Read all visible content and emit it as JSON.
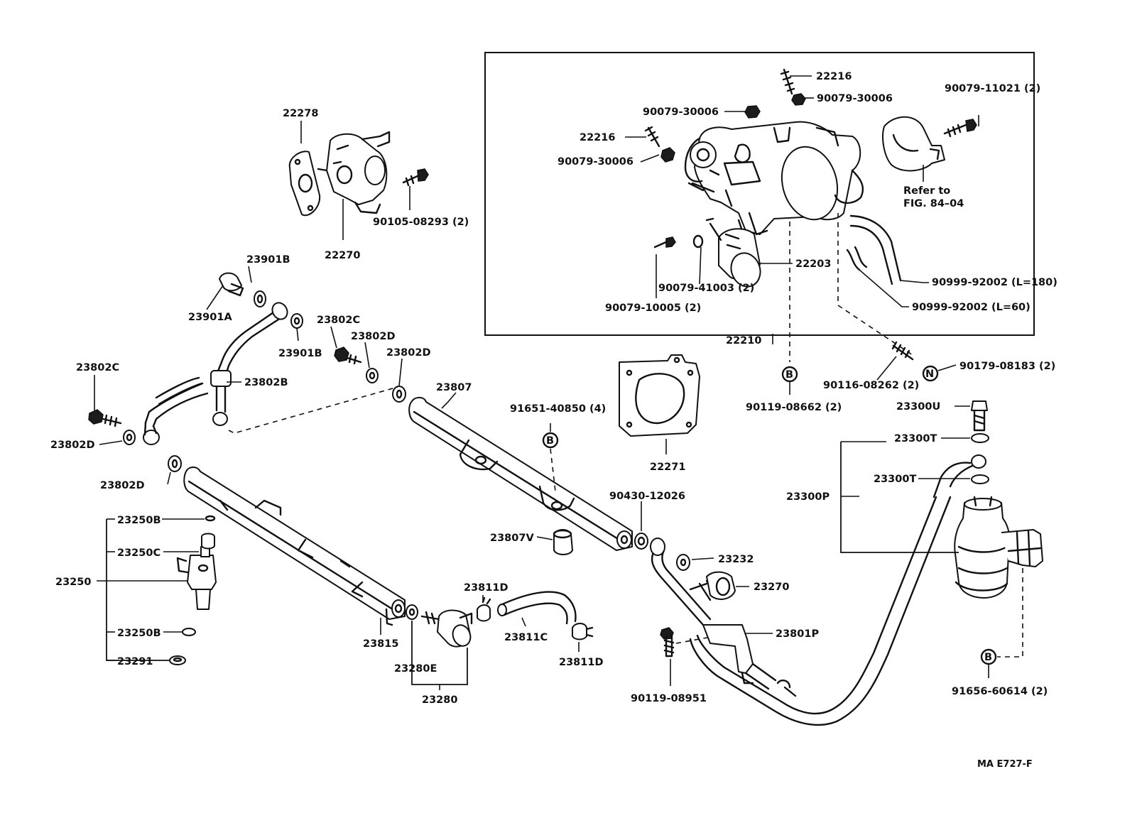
{
  "drawing_code": "MA  E727-F",
  "inset": {
    "labels": {
      "p22216_top": "22216",
      "p90079_30006_top": "90079-30006",
      "p90079_11021": "90079-11021 (2)",
      "p90079_30006_left": "90079-30006",
      "p22216_left": "22216",
      "p90079_30006_left2": "90079-30006",
      "refer_line1": "Refer to",
      "refer_line2": "FIG. 84–04",
      "p22203": "22203",
      "p90079_41003": "90079-41003 (2)",
      "p90999_92002_180": "90999-92002 (L=180)",
      "p90079_10005": "90079-10005 (2)",
      "p90999_92002_60": "90999-92002 (L=60)"
    }
  },
  "labels": {
    "p22278": "22278",
    "p90105_08293": "90105-08293 (2)",
    "p22270": "22270",
    "p23901B_top": "23901B",
    "p23901A": "23901A",
    "p23901B_low": "23901B",
    "p23802C_mid": "23802C",
    "p23802D_mid1": "23802D",
    "p23802D_mid2": "23802D",
    "p22210": "22210",
    "p23802C_left": "23802C",
    "p23802B": "23802B",
    "p23807": "23807",
    "p91651_40850": "91651-40850 (4)",
    "p90119_08662": "90119-08662 (2)",
    "p90116_08262": "90116-08262 (2)",
    "p90179_08183": "90179-08183 (2)",
    "p23300U": "23300U",
    "p23802D_left1": "23802D",
    "p23802D_left2": "23802D",
    "p22271": "22271",
    "p23300T_1": "23300T",
    "p23300T_2": "23300T",
    "p23300P": "23300P",
    "p90430_12026": "90430-12026",
    "p23250B_top": "23250B",
    "p23250C": "23250C",
    "p23807V": "23807V",
    "p23232": "23232",
    "p23250": "23250",
    "p23811D_top": "23811D",
    "p23270": "23270",
    "p23811C": "23811C",
    "p23815": "23815",
    "p23801P": "23801P",
    "p23250B_low": "23250B",
    "p23280E": "23280E",
    "p23811D_low": "23811D",
    "p23291": "23291",
    "p90119_08951": "90119-08951",
    "p23280": "23280",
    "p91656_60614": "91656-60614 (2)"
  },
  "callouts": {
    "b1": "B",
    "b2": "B",
    "b3": "B",
    "n1": "N"
  }
}
